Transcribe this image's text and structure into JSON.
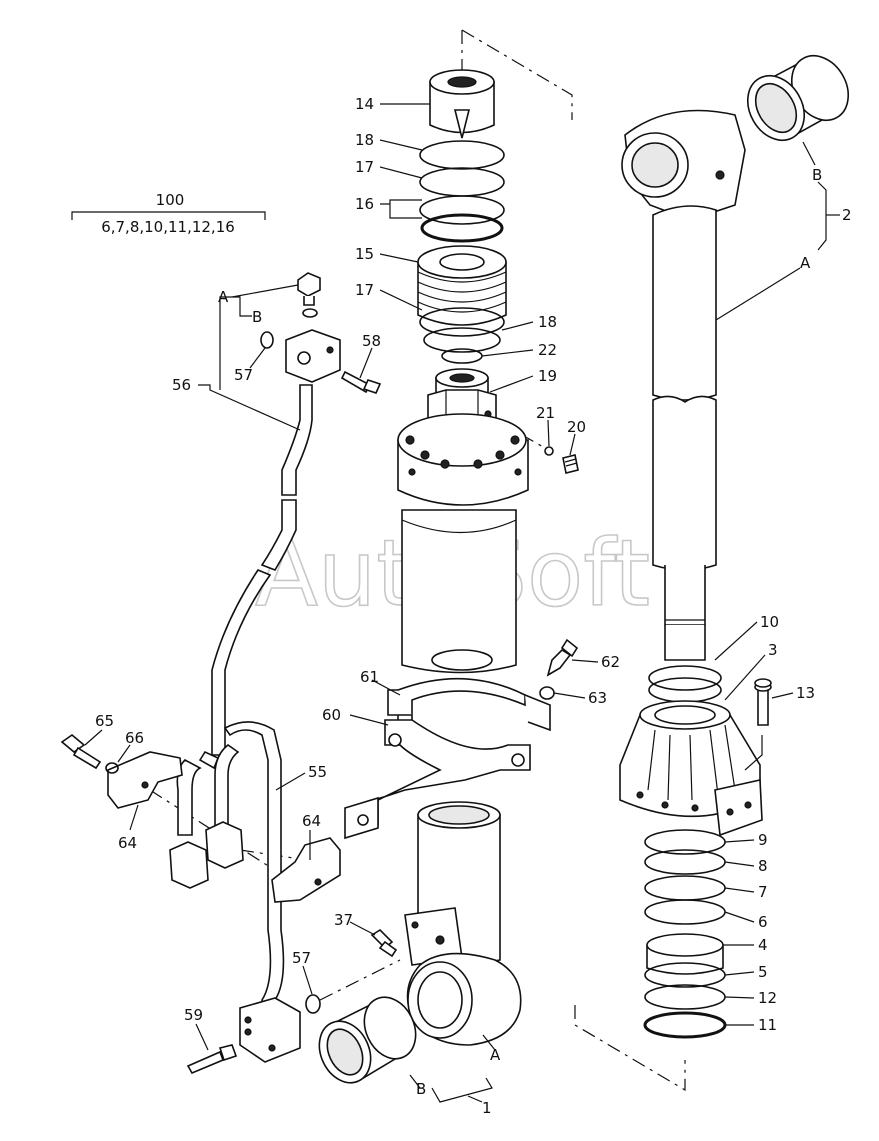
{
  "watermark": "AutoSoft",
  "kit": {
    "number": "100",
    "contents": "6,7,8,10,11,12,16"
  },
  "callouts": {
    "c14": "14",
    "c18a": "18",
    "c17a": "17",
    "c16": "16",
    "c15": "15",
    "c17b": "17",
    "c18b": "18",
    "c22": "22",
    "c19": "19",
    "c21": "21",
    "c20": "20",
    "cA_top": "A",
    "cB_top": "B",
    "c56": "56",
    "c57a": "57",
    "c58": "58",
    "cB_right": "B",
    "c2": "2",
    "cA_right": "A",
    "c10": "10",
    "c3": "3",
    "c13": "13",
    "c61": "61",
    "c62": "62",
    "c63": "63",
    "c60": "60",
    "c65": "65",
    "c66": "66",
    "c64a": "64",
    "c55": "55",
    "c64b": "64",
    "c37": "37",
    "c57b": "57",
    "c59": "59",
    "cA_bottom": "A",
    "cB_bottom": "B",
    "c1": "1",
    "c9": "9",
    "c8": "8",
    "c7": "7",
    "c6": "6",
    "c4": "4",
    "c5": "5",
    "c12": "12",
    "c11": "11"
  }
}
